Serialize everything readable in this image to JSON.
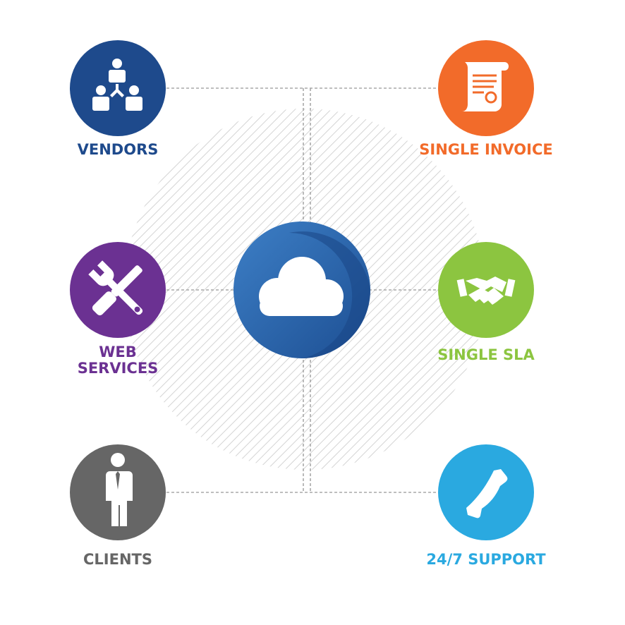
{
  "center": {
    "icon": "cloud-icon",
    "color": "#2f6bb4"
  },
  "nodes": [
    {
      "id": "vendors",
      "label_lines": [
        "VENDORS"
      ],
      "icon": "org-chart-icon",
      "color": "#1e4a8c"
    },
    {
      "id": "single-invoice",
      "label_lines": [
        "SINGLE INVOICE"
      ],
      "icon": "invoice-scroll-icon",
      "color": "#f26b2a"
    },
    {
      "id": "web-services",
      "label_lines": [
        "WEB",
        "SERVICES"
      ],
      "icon": "wrench-screwdriver-icon",
      "color": "#6b3192"
    },
    {
      "id": "single-sla",
      "label_lines": [
        "SINGLE SLA"
      ],
      "icon": "handshake-icon",
      "color": "#8cc540"
    },
    {
      "id": "clients",
      "label_lines": [
        "CLIENTS"
      ],
      "icon": "person-icon",
      "color": "#666666"
    },
    {
      "id": "support",
      "label_lines": [
        "24/7 SUPPORT"
      ],
      "icon": "phone-icon",
      "color": "#2aa9e0"
    }
  ]
}
